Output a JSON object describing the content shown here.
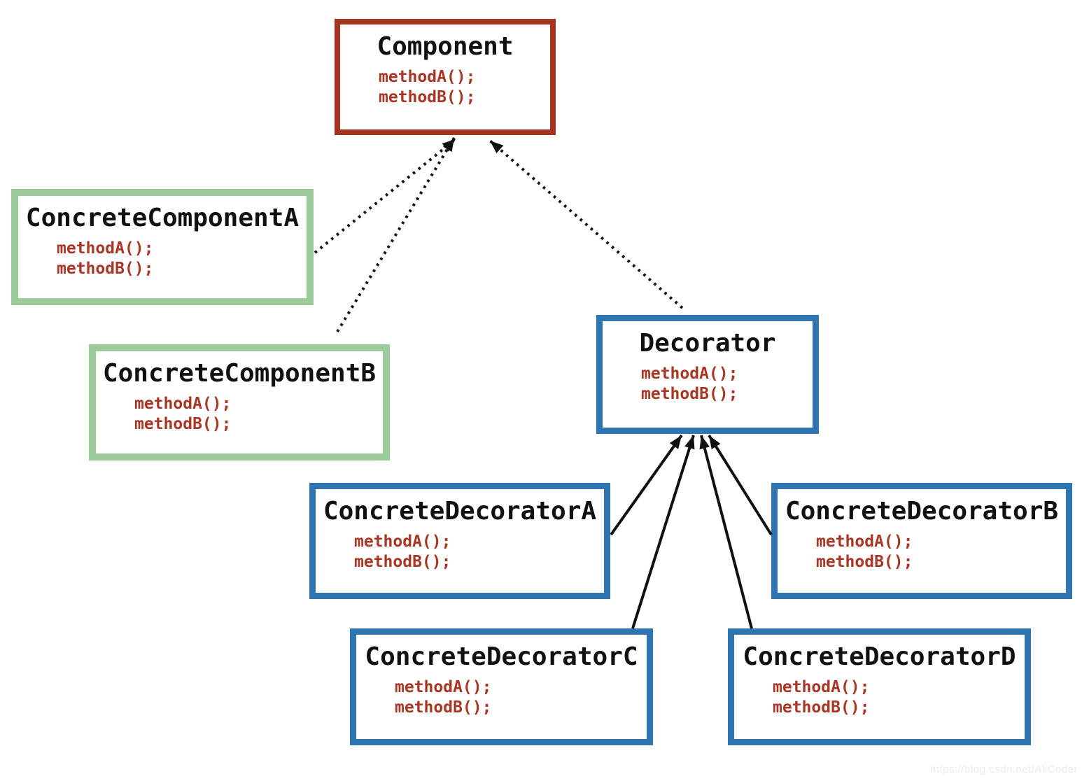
{
  "diagram": {
    "title_text_color": "#111111",
    "colors": {
      "component_border": "#A5331F",
      "concrete_component_border": "#9BCA9B",
      "decorator_border": "#2E75B2",
      "method_text": "#A93524",
      "arrow": "#111111",
      "watermark_text": "#EBEBEB",
      "background": "#FFFFFF"
    },
    "nodes": [
      {
        "id": "component",
        "title": "Component",
        "methods": [
          "methodA();",
          "methodB();"
        ],
        "role": "abstract component"
      },
      {
        "id": "concrete-component-a",
        "title": "ConcreteComponentA",
        "methods": [
          "methodA();",
          "methodB();"
        ],
        "role": "concrete component"
      },
      {
        "id": "concrete-component-b",
        "title": "ConcreteComponentB",
        "methods": [
          "methodA();",
          "methodB();"
        ],
        "role": "concrete component"
      },
      {
        "id": "decorator",
        "title": "Decorator",
        "methods": [
          "methodA();",
          "methodB();"
        ],
        "role": "abstract decorator"
      },
      {
        "id": "concrete-decorator-a",
        "title": "ConcreteDecoratorA",
        "methods": [
          "methodA();",
          "methodB();"
        ],
        "role": "concrete decorator"
      },
      {
        "id": "concrete-decorator-b",
        "title": "ConcreteDecoratorB",
        "methods": [
          "methodA();",
          "methodB();"
        ],
        "role": "concrete decorator"
      },
      {
        "id": "concrete-decorator-c",
        "title": "ConcreteDecoratorC",
        "methods": [
          "methodA();",
          "methodB();"
        ],
        "role": "concrete decorator"
      },
      {
        "id": "concrete-decorator-d",
        "title": "ConcreteDecoratorD",
        "methods": [
          "methodA();",
          "methodB();"
        ],
        "role": "concrete decorator"
      }
    ],
    "edges": [
      {
        "from": "concrete-component-a",
        "to": "component",
        "style": "dotted"
      },
      {
        "from": "concrete-component-b",
        "to": "component",
        "style": "dotted"
      },
      {
        "from": "decorator",
        "to": "component",
        "style": "dotted"
      },
      {
        "from": "concrete-decorator-a",
        "to": "decorator",
        "style": "solid"
      },
      {
        "from": "concrete-decorator-c",
        "to": "decorator",
        "style": "solid"
      },
      {
        "from": "concrete-decorator-d",
        "to": "decorator",
        "style": "solid"
      },
      {
        "from": "concrete-decorator-b",
        "to": "decorator",
        "style": "solid"
      }
    ],
    "watermark": "https://blog.csdn.net/AliCoder"
  }
}
